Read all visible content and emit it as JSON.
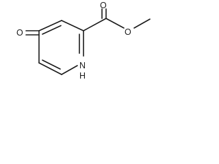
{
  "molecule": {
    "atoms": {
      "ketone_oxygen": "O",
      "carbonyl_oxygen": "O",
      "ester_oxygen": "O",
      "ring_nitrogen": "N",
      "ring_hydrogen": "H"
    }
  },
  "colors": {
    "ink": "#1a1a1a",
    "background": "#ffffff"
  }
}
